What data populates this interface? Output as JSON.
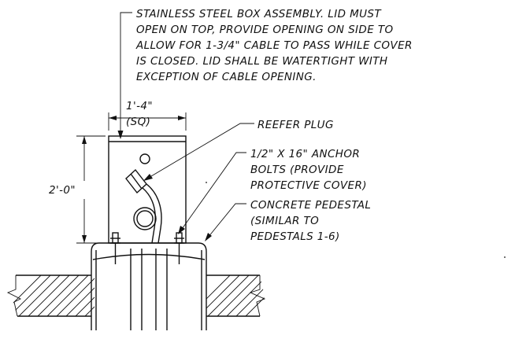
{
  "notes": {
    "box_assembly": [
      "STAINLESS STEEL BOX ASSEMBLY. LID MUST",
      "OPEN ON TOP, PROVIDE OPENING ON SIDE TO",
      "ALLOW FOR 1-3/4\" CABLE TO PASS WHILE COVER",
      "IS CLOSED. LID SHALL BE WATERTIGHT WITH",
      "EXCEPTION OF CABLE OPENING."
    ],
    "reefer_plug": [
      "REEFER PLUG"
    ],
    "anchor_bolts": [
      "1/2\" X 16\" ANCHOR",
      "BOLTS (PROVIDE",
      "PROTECTIVE COVER)"
    ],
    "concrete_pedestal": [
      "CONCRETE PEDESTAL",
      "(SIMILAR TO",
      "PEDESTALS 1-6)"
    ]
  },
  "dimensions": {
    "width": "1'-4\"",
    "width_qualifier": "(SQ)",
    "height": "2'-0\""
  }
}
